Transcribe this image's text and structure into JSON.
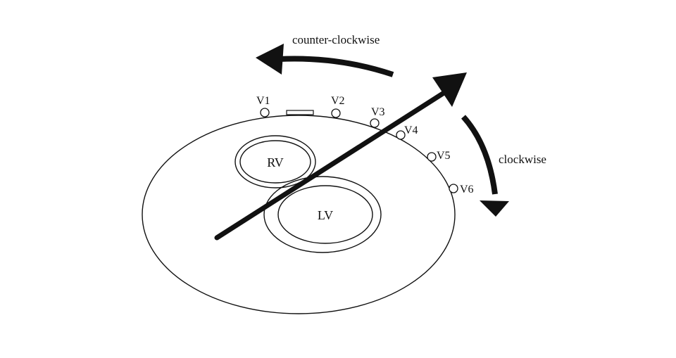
{
  "diagram": {
    "colors": {
      "stroke": "#111111",
      "background": "#ffffff"
    },
    "rotation_labels": {
      "counter_clockwise": "counter-clockwise",
      "clockwise": "clockwise"
    },
    "chambers": {
      "rv": "RV",
      "lv": "LV"
    },
    "leads": {
      "v1": "V1",
      "v2": "V2",
      "v3": "V3",
      "v4": "V4",
      "v5": "V5",
      "v6": "V6"
    }
  }
}
